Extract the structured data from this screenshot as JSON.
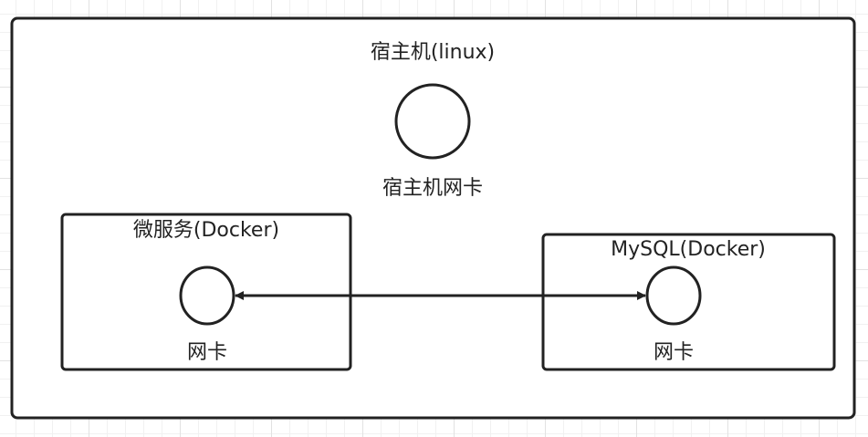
{
  "host": {
    "title": "宿主机(linux)",
    "nic_label": "宿主机网卡"
  },
  "microservice": {
    "title": "微服务(Docker)",
    "nic_label": "网卡"
  },
  "mysql": {
    "title": "MySQL(Docker)",
    "nic_label": "网卡"
  },
  "colors": {
    "stroke": "#222222",
    "fill": "#ffffff"
  }
}
